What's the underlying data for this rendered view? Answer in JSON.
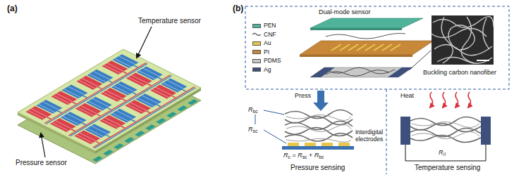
{
  "diagram": {
    "labels": [
      "(a)",
      "Temperature sensor",
      "Pressure sensor",
      "(b)",
      "Dual-mode sensor",
      "Buckling carbon nanofiber",
      "Press",
      "Heat",
      "Rbc",
      "Rsc",
      "Interdigital electrodes",
      "Rc = Rsc + Rbc",
      "Pressure sensing",
      "R//",
      "Temperature sensing"
    ],
    "legend": [
      {
        "text": "PEN",
        "color": "#4fb39a"
      },
      {
        "text": "CNF"
      },
      {
        "text": "Au",
        "color": "#e8c84a"
      },
      {
        "text": "PI",
        "color": "#c8883a"
      },
      {
        "text": "PDMS",
        "color": "#c8c8c8"
      },
      {
        "text": "Ag",
        "color": "#3d4f7a"
      }
    ]
  }
}
